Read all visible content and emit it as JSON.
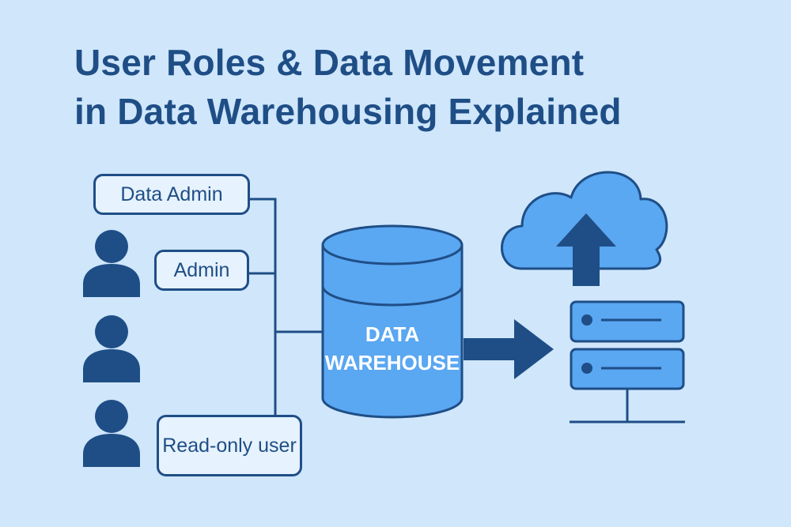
{
  "title": {
    "line1": "User Roles & Data Movement",
    "line2": "in Data Warehousing Explained"
  },
  "roles": {
    "data_admin": "Data Admin",
    "admin": "Admin",
    "read_only": "Read-only user"
  },
  "warehouse": {
    "line1": "DATA",
    "line2": "WAREHOUSE"
  },
  "icons": [
    "user-icon",
    "database-icon",
    "arrow-right-icon",
    "cloud-upload-icon",
    "server-icon"
  ],
  "colors": {
    "background": "#cfe6fb",
    "primary_dark": "#1f4e86",
    "accent_blue": "#5aa7f2",
    "box_fill": "#e6f2fd"
  }
}
